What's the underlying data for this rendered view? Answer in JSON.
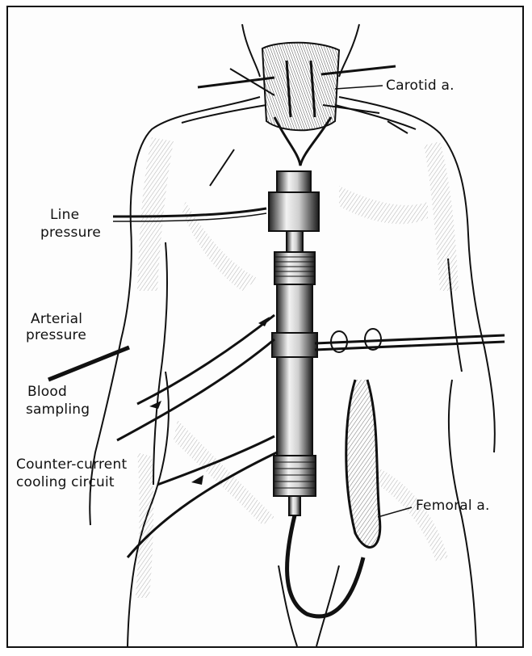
{
  "labels": {
    "carotid": "Carotid a.",
    "line_pressure_1": "Line",
    "line_pressure_2": "pressure",
    "arterial_pressure_1": "Arterial",
    "arterial_pressure_2": "pressure",
    "blood_sampling_1": "Blood",
    "blood_sampling_2": "sampling",
    "countercurrent_1": "Counter-current",
    "countercurrent_2": "cooling circuit",
    "femoral": "Femoral a."
  },
  "colors": {
    "ink": "#111111",
    "shade": "#8a8a8a",
    "paper": "#fdfdfd"
  }
}
